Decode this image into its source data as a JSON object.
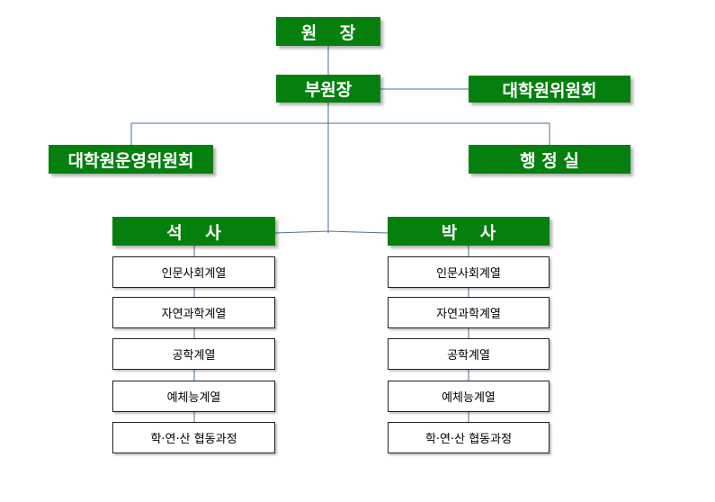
{
  "nodes": {
    "director": "원 장",
    "vice_director": "부원장",
    "grad_committee": "대학원위원회",
    "ops_committee": "대학원운영위원회",
    "admin_office": "행 정 실",
    "masters": "석 사",
    "doctoral": "박 사"
  },
  "masters_items": [
    "인문사회계열",
    "자연과학계열",
    "공학계열",
    "예체능계열",
    "학·연·산 협동과정"
  ],
  "doctoral_items": [
    "인문사회계열",
    "자연과학계열",
    "공학계열",
    "예체능계열",
    "학·연·산 협동과정"
  ],
  "colors": {
    "node_green": "#05800f",
    "connector": "#4a6f97"
  }
}
